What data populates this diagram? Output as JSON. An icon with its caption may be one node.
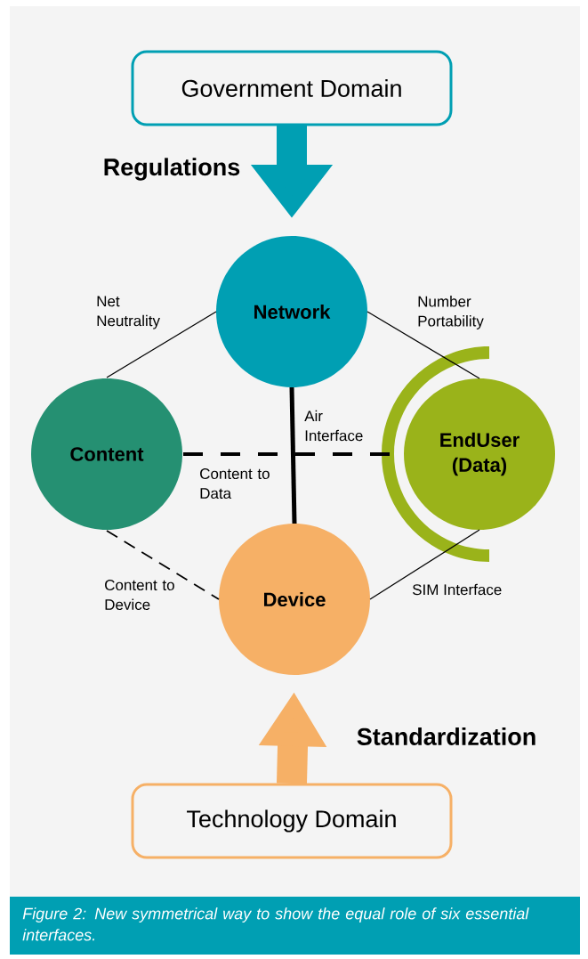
{
  "diagram": {
    "caption": "Figure 2: New symmetrical way to show the equal role of six essential interfaces.",
    "nodes": [
      {
        "text": [
          "Government Domain"
        ]
      },
      {
        "text": [
          "Network"
        ]
      },
      {
        "text": [
          "Content"
        ]
      },
      {
        "text": [
          "EndUser (Data)"
        ]
      },
      {
        "text": [
          "Device"
        ]
      },
      {
        "text": [
          "Technology Domain"
        ]
      }
    ],
    "edges": [
      {
        "from": 0,
        "to": 1,
        "arrow": "to",
        "label": "Regulations",
        "style": "thick",
        "color": "#009fb3"
      },
      {
        "from": 1,
        "to": 2,
        "arrow": "none",
        "label": "Net Neutrality"
      },
      {
        "from": 1,
        "to": 3,
        "arrow": "none",
        "label": "Number Portability"
      },
      {
        "from": 1,
        "to": 4,
        "arrow": "none",
        "label": "Air Interface",
        "style": "thick"
      },
      {
        "from": 2,
        "to": 3,
        "arrow": "none",
        "label": "Content to Data",
        "style": "dashed"
      },
      {
        "from": 2,
        "to": 4,
        "arrow": "none",
        "label": "Content to Device",
        "style": "dashed"
      },
      {
        "from": 3,
        "to": 4,
        "arrow": "none",
        "label": "SIM Interface"
      },
      {
        "from": 5,
        "to": 4,
        "arrow": "to",
        "label": "Standardization",
        "style": "thick",
        "color": "#f6b066"
      }
    ]
  }
}
